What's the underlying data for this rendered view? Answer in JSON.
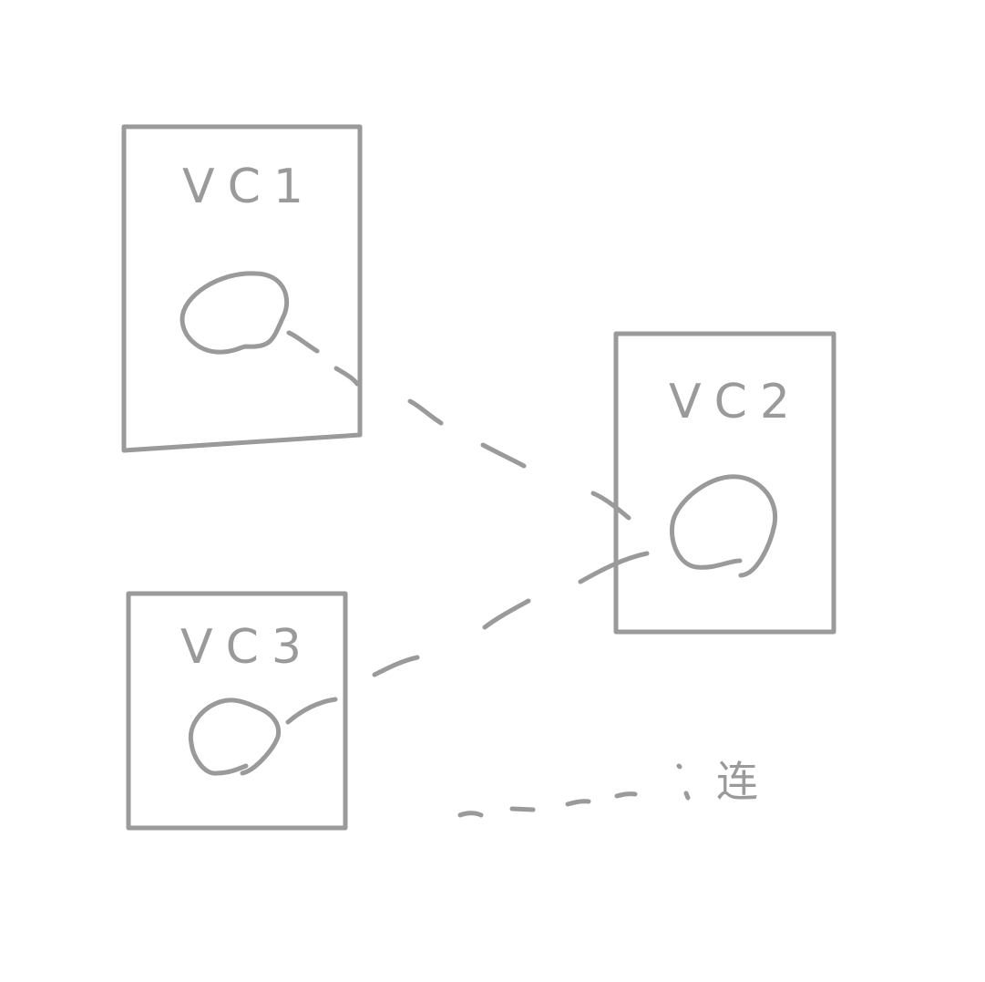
{
  "diagram": {
    "stroke_color": "#9a9a9a",
    "background": "#ffffff",
    "nodes": [
      {
        "id": "vc1",
        "label": "VC1"
      },
      {
        "id": "vc2",
        "label": "VC2"
      },
      {
        "id": "vc3",
        "label": "VC3"
      }
    ],
    "edges": [
      {
        "from": "vc1",
        "to": "vc2",
        "style": "dashed"
      },
      {
        "from": "vc3",
        "to": "vc2",
        "style": "dashed"
      }
    ],
    "legend": {
      "dash_sample_style": "dashed",
      "label": "连"
    }
  }
}
